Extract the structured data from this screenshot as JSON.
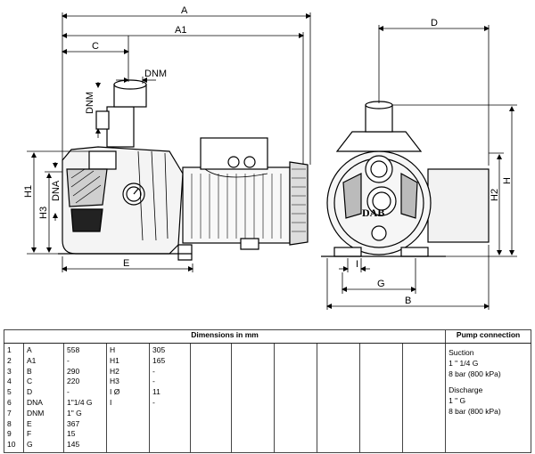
{
  "drawing": {
    "labels": {
      "A": "A",
      "A1": "A1",
      "C": "C",
      "DNM": "DNM",
      "H1": "H1",
      "H3": "H3",
      "DNA": "DNA",
      "E": "E",
      "D": "D",
      "H2": "H2",
      "H": "H",
      "I": "I",
      "G": "G",
      "B": "B",
      "brand": "DAB"
    }
  },
  "table": {
    "header": {
      "dimensions": "Dimensions in  mm",
      "pump_connection": "Pump connection"
    },
    "rows": [
      {
        "n": "1",
        "k1": "A",
        "v1": "558",
        "k2": "H",
        "v2": "305"
      },
      {
        "n": "2",
        "k1": "A1",
        "v1": "-",
        "k2": "H1",
        "v2": "165"
      },
      {
        "n": "3",
        "k1": "B",
        "v1": "290",
        "k2": "H2",
        "v2": "-"
      },
      {
        "n": "4",
        "k1": "C",
        "v1": "220",
        "k2": "H3",
        "v2": "-"
      },
      {
        "n": "5",
        "k1": "D",
        "v1": "-",
        "k2": "I Ø",
        "v2": "11"
      },
      {
        "n": "6",
        "k1": "DNA",
        "v1": "1\"1/4 G",
        "k2": "I",
        "v2": "-"
      },
      {
        "n": "7",
        "k1": "DNM",
        "v1": "1\" G",
        "k2": "",
        "v2": ""
      },
      {
        "n": "8",
        "k1": "E",
        "v1": "367",
        "k2": "",
        "v2": ""
      },
      {
        "n": "9",
        "k1": "F",
        "v1": "15",
        "k2": "",
        "v2": ""
      },
      {
        "n": "10",
        "k1": "G",
        "v1": "145",
        "k2": "",
        "v2": ""
      }
    ],
    "connection": {
      "suction_title": "Suction",
      "suction_size": "1 \" 1/4 G",
      "suction_pressure": "8 bar (800 kPa)",
      "discharge_title": "Discharge",
      "discharge_size": "1 \" G",
      "discharge_pressure": "8 bar (800 kPa)"
    }
  }
}
